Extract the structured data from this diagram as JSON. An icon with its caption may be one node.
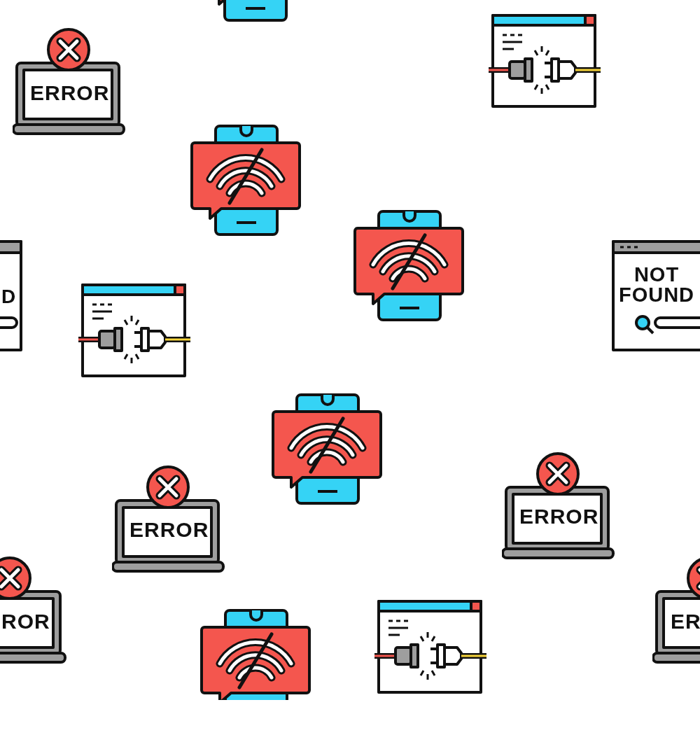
{
  "diagram": {
    "labels": [
      "ERROR",
      "D",
      "NOT FOUND",
      "ERROR",
      "ERROR",
      "ROR",
      "ER"
    ]
  }
}
